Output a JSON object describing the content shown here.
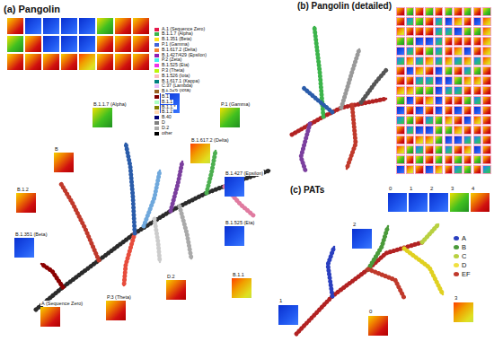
{
  "diagram": {
    "labels": [
      "(a) Pangolin",
      "(b) Pangolin (detailed)",
      "(c) PATs",
      "B.1.1.7 (Alpha)",
      "B.1.526 (Iota)",
      "P.1 (Gamma)",
      "B.1.617.2 (Delta)",
      "B",
      "B.1.2",
      "B.1.351 (Beta)",
      "B.1.427 (Epsilon)",
      "B.1.525 (Eta)",
      "A (Sequence Zero)",
      "P.3 (Theta)",
      "D.2",
      "B.1.1",
      "0",
      "1",
      "2",
      "3",
      "4",
      "2",
      "3",
      "1",
      "0"
    ],
    "legend": [
      {
        "text": "A.1 (Sequence Zero)",
        "color": "#e6194b"
      },
      {
        "text": "B.1.1.7 (Alpha)",
        "color": "#3cb44b"
      },
      {
        "text": "B.1.351 (Beta)",
        "color": "#ffe119"
      },
      {
        "text": "P.1 (Gamma)",
        "color": "#4363d8"
      },
      {
        "text": "B.1.617.2 (Delta)",
        "color": "#f58231"
      },
      {
        "text": "B.1.427/429 (Epsilon)",
        "color": "#911eb4"
      },
      {
        "text": "P.2 (Zeta)",
        "color": "#46f0f0"
      },
      {
        "text": "B.1.525 (Eta)",
        "color": "#f032e6"
      },
      {
        "text": "P.3 (Theta)",
        "color": "#bcf60c"
      },
      {
        "text": "B.1.526 (Iota)",
        "color": "#fabebe"
      },
      {
        "text": "B.1.617.1 (Kappa)",
        "color": "#008080"
      },
      {
        "text": "C.37 (Lambda)",
        "color": "#e6beff"
      },
      {
        "text": "B",
        "color": "#9a6324"
      },
      {
        "text": "B.1",
        "color": "#800000"
      },
      {
        "text": "B.1.1",
        "color": "#aaffc3"
      },
      {
        "text": "B.1.1.*",
        "color": "#808000"
      },
      {
        "text": "B.1.2",
        "color": "#ffd8b1"
      },
      {
        "text": "B.40",
        "color": "#000075"
      },
      {
        "text": "D",
        "color": "#808080"
      },
      {
        "text": "D.2",
        "color": "#a9a9a9"
      },
      {
        "text": "other",
        "color": "#000000"
      },
      {
        "text": "A",
        "color": "#2a3fbf"
      },
      {
        "text": "B",
        "color": "#4a9a3a"
      },
      {
        "text": "C",
        "color": "#b8d040"
      },
      {
        "text": "D",
        "color": "#f0e040"
      },
      {
        "text": "EF",
        "color": "#c0392b"
      }
    ]
  }
}
